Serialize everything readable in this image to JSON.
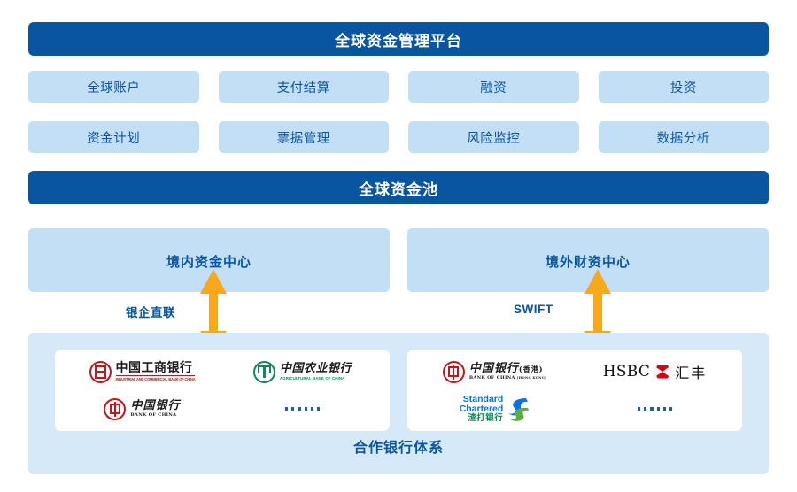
{
  "platform_banner": {
    "title": "全球资金管理平台"
  },
  "modules": [
    {
      "label": "全球账户"
    },
    {
      "label": "支付结算"
    },
    {
      "label": "融资"
    },
    {
      "label": "投资"
    },
    {
      "label": "资金计划"
    },
    {
      "label": "票据管理"
    },
    {
      "label": "风险监控"
    },
    {
      "label": "数据分析"
    }
  ],
  "pool_banner": {
    "title": "全球资金池"
  },
  "centers": [
    {
      "label": "境内资金中心",
      "connector": "银企直联"
    },
    {
      "label": "境外财资中心",
      "connector": "SWIFT"
    }
  ],
  "bank_band": {
    "label": "合作银行体系",
    "groups": [
      {
        "name": "domestic-banks",
        "banks": [
          {
            "cn": "中国工商银行",
            "en": "INDUSTRIAL AND COMMERCIAL BANK OF CHINA",
            "mark": "icbc-mark"
          },
          {
            "cn": "中国农业银行",
            "en": "AGRICULTURAL BANK OF CHINA",
            "mark": "abc-mark"
          },
          {
            "cn": "中国银行",
            "en": "BANK OF CHINA",
            "mark": "boc-mark"
          },
          {
            "cn": "",
            "en": "",
            "mark": "ellipsis-dots"
          }
        ]
      },
      {
        "name": "overseas-banks",
        "banks": [
          {
            "cn": "中国银行",
            "suffix": "(香港)",
            "en": "BANK OF CHINA",
            "en_suffix": "(HONG KONG)",
            "mark": "boc-hk-mark"
          },
          {
            "cn": "汇丰",
            "en": "HSBC",
            "mark": "hsbc-hexagon-mark"
          },
          {
            "cn": "渣打银行",
            "en_line1": "Standard",
            "en_line2": "Chartered",
            "mark": "standard-chartered-mark"
          },
          {
            "cn": "",
            "en": "",
            "mark": "ellipsis-dots"
          }
        ]
      }
    ]
  },
  "colors": {
    "banner_blue": "#0a55a0",
    "module_blue": "#c3dff6",
    "band_blue": "#d5e9f9",
    "arrow_orange": "#f7a81b",
    "icbc_red": "#c7131a",
    "abc_green": "#0f8a55",
    "hsbc_red": "#db0011",
    "sc_blue": "#0473ea"
  }
}
